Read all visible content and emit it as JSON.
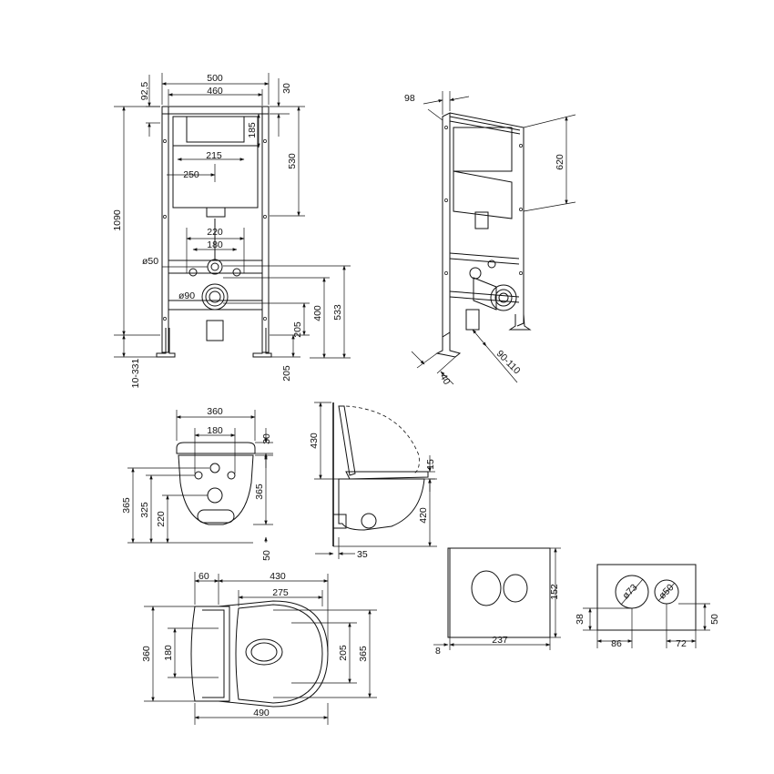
{
  "frame_front": {
    "w500": "500",
    "w460": "460",
    "d92": "92,5",
    "d30": "30",
    "d185": "185",
    "d530": "530",
    "d215": "215",
    "d250": "250",
    "d1090": "1090",
    "d220": "220",
    "d180": "180",
    "o50": "ø50",
    "o90": "ø90",
    "d205": "205",
    "d400": "400",
    "d533": "533",
    "d10331": "10-331",
    "d205b": "205"
  },
  "frame_side": {
    "d98": "98",
    "d620": "620",
    "d40": "40",
    "d90110": "90-110"
  },
  "bowl_front": {
    "d360": "360",
    "d180": "180",
    "d30": "30",
    "d365l": "365",
    "d325": "325",
    "d220": "220",
    "d365r": "365",
    "d50": "50"
  },
  "bowl_side": {
    "d430": "430",
    "d15": "15",
    "d420": "420",
    "d35": "35"
  },
  "bowl_top": {
    "d60": "60",
    "d430": "430",
    "d275": "275",
    "d360": "360",
    "d180": "180",
    "d205": "205",
    "d365": "365",
    "d490": "490"
  },
  "plate_front": {
    "d152": "152",
    "d237": "237",
    "d8": "8"
  },
  "plate_outline": {
    "o73": "ø73",
    "o50": "ø50",
    "d38": "38",
    "d86": "86",
    "d72": "72",
    "d50": "50"
  }
}
